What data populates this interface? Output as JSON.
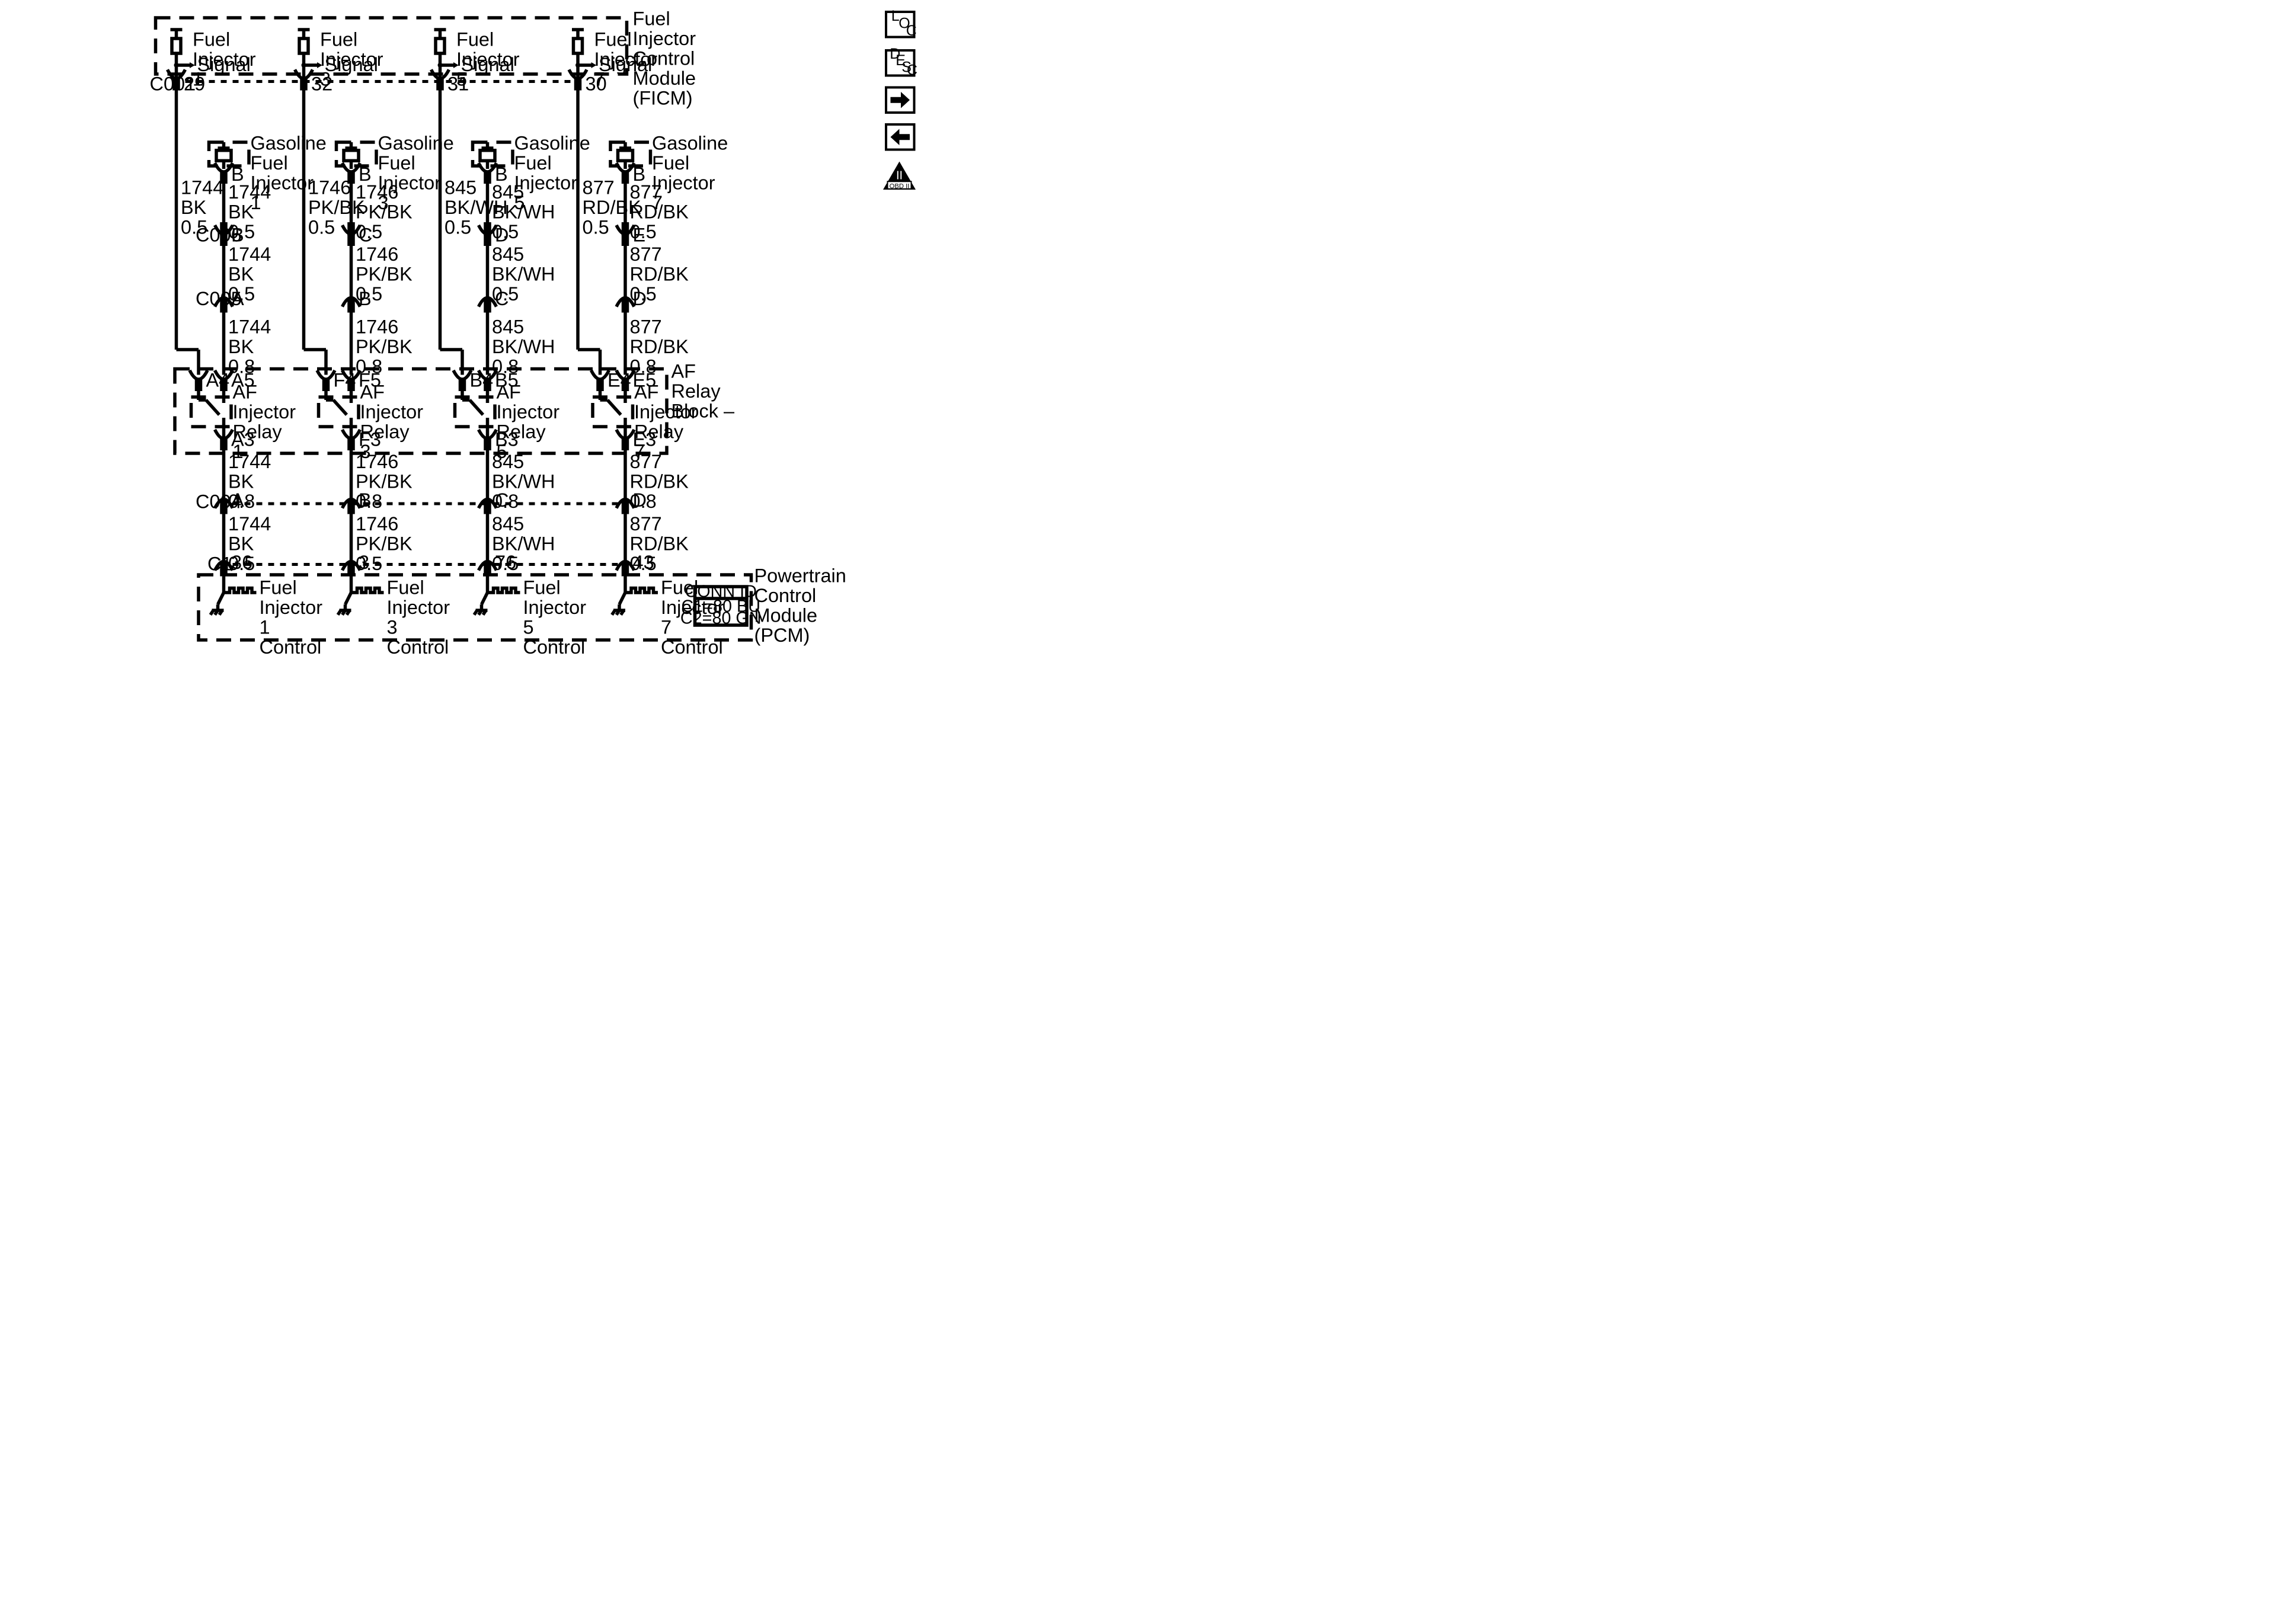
{
  "modules": {
    "ficm": [
      "Fuel",
      "Injector",
      "Control",
      "Module",
      "(FICM)"
    ],
    "relay_block": [
      "AF",
      "Relay",
      "Block –"
    ],
    "pcm": [
      "Powertrain",
      "Control",
      "Module",
      "(PCM)"
    ]
  },
  "connectors": {
    "c001": "C001",
    "c006": "C006",
    "c005": "C005",
    "c004": "C004",
    "c1": "C1"
  },
  "conn_id": {
    "title": "CONN ID",
    "lines": [
      "C1=80 BU",
      "C2=80 GN"
    ]
  },
  "nav": {
    "loc": [
      "L",
      "O",
      "C"
    ],
    "desc": [
      "D",
      "E",
      "S",
      "C"
    ],
    "obd": [
      "II",
      "OBD II"
    ]
  },
  "channels": [
    {
      "ficm_label": [
        "Fuel",
        "Injector",
        "1",
        "Signal"
      ],
      "ficm_pin": "29",
      "upper_wire": [
        "1744",
        "BK",
        "0.5"
      ],
      "injector_label": [
        "Gasoline",
        "Fuel",
        "Injector",
        "1"
      ],
      "inj_pin": "B",
      "wire_c006": [
        "1744",
        "BK",
        "0.5"
      ],
      "c006_pin": "B",
      "wire_c005": [
        "1744",
        "BK",
        "0.5"
      ],
      "c005_pin": "A",
      "wire_relay": [
        "1744",
        "BK",
        "0.8"
      ],
      "relay_pin_left": "A4",
      "relay_pin_right": "A5",
      "relay_label": [
        "AF",
        "Injector",
        "Relay",
        "1"
      ],
      "relay_pin_bottom": "A3",
      "wire_c004": [
        "1744",
        "BK",
        "0.8"
      ],
      "c004_pin": "A",
      "wire_pcm": [
        "1744",
        "BK",
        "0.5"
      ],
      "pcm_pin": "36",
      "pcm_label": [
        "Fuel",
        "Injector",
        "1",
        "Control"
      ]
    },
    {
      "ficm_label": [
        "Fuel",
        "Injector",
        "3",
        "Signal"
      ],
      "ficm_pin": "32",
      "upper_wire": [
        "1746",
        "PK/BK",
        "0.5"
      ],
      "injector_label": [
        "Gasoline",
        "Fuel",
        "Injector",
        "3"
      ],
      "inj_pin": "B",
      "wire_c006": [
        "1746",
        "PK/BK",
        "0.5"
      ],
      "c006_pin": "C",
      "wire_c005": [
        "1746",
        "PK/BK",
        "0.5"
      ],
      "c005_pin": "B",
      "wire_relay": [
        "1746",
        "PK/BK",
        "0.8"
      ],
      "relay_pin_left": "F4",
      "relay_pin_right": "F5",
      "relay_label": [
        "AF",
        "Injector",
        "Relay",
        "3"
      ],
      "relay_pin_bottom": "F3",
      "wire_c004": [
        "1746",
        "PK/BK",
        "0.8"
      ],
      "c004_pin": "B",
      "wire_pcm": [
        "1746",
        "PK/BK",
        "0.5"
      ],
      "pcm_pin": "3",
      "pcm_label": [
        "Fuel",
        "Injector",
        "3",
        "Control"
      ]
    },
    {
      "ficm_label": [
        "Fuel",
        "Injector",
        "5",
        "Signal"
      ],
      "ficm_pin": "31",
      "upper_wire": [
        "845",
        "BK/WH",
        "0.5"
      ],
      "injector_label": [
        "Gasoline",
        "Fuel",
        "Injector",
        "5"
      ],
      "inj_pin": "B",
      "wire_c006": [
        "845",
        "BK/WH",
        "0.5"
      ],
      "c006_pin": "D",
      "wire_c005": [
        "845",
        "BK/WH",
        "0.5"
      ],
      "c005_pin": "C",
      "wire_relay": [
        "845",
        "BK/WH",
        "0.8"
      ],
      "relay_pin_left": "B4",
      "relay_pin_right": "B5",
      "relay_label": [
        "AF",
        "Injector",
        "Relay",
        "5"
      ],
      "relay_pin_bottom": "B3",
      "wire_c004": [
        "845",
        "BK/WH",
        "0.8"
      ],
      "c004_pin": "C",
      "wire_pcm": [
        "845",
        "BK/WH",
        "0.5"
      ],
      "pcm_pin": "76",
      "pcm_label": [
        "Fuel",
        "Injector",
        "5",
        "Control"
      ]
    },
    {
      "ficm_label": [
        "Fuel",
        "Injector",
        "7",
        "Signal"
      ],
      "ficm_pin": "30",
      "upper_wire": [
        "877",
        "RD/BK",
        "0.5"
      ],
      "injector_label": [
        "Gasoline",
        "Fuel",
        "Injector",
        "7"
      ],
      "inj_pin": "B",
      "wire_c006": [
        "877",
        "RD/BK",
        "0.5"
      ],
      "c006_pin": "E",
      "wire_c005": [
        "877",
        "RD/BK",
        "0.5"
      ],
      "c005_pin": "D",
      "wire_relay": [
        "877",
        "RD/BK",
        "0.8"
      ],
      "relay_pin_left": "E4",
      "relay_pin_right": "E5",
      "relay_label": [
        "AF",
        "Injector",
        "Relay",
        "7"
      ],
      "relay_pin_bottom": "E3",
      "wire_c004": [
        "877",
        "RD/BK",
        "0.8"
      ],
      "c004_pin": "D",
      "wire_pcm": [
        "877",
        "RD/BK",
        "0.5"
      ],
      "pcm_pin": "43",
      "pcm_label": [
        "Fuel",
        "Injector",
        "7",
        "Control"
      ]
    }
  ]
}
